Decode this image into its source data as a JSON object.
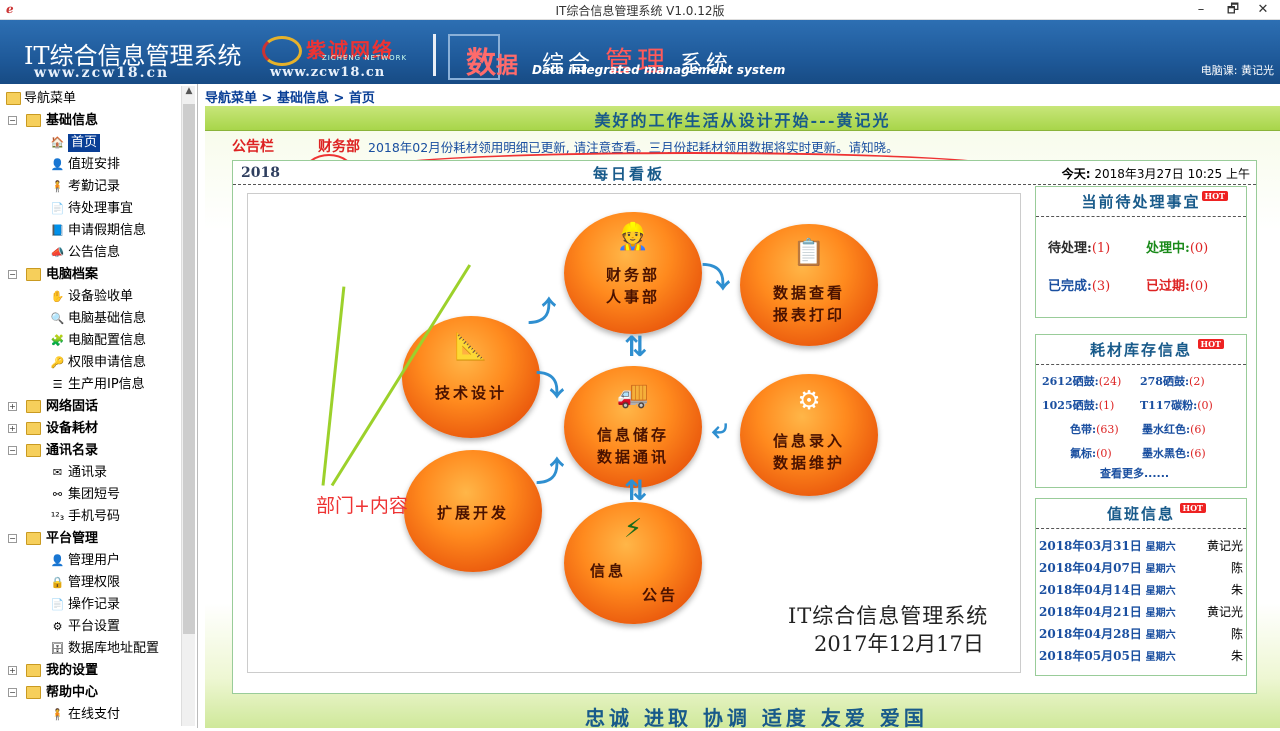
{
  "window": {
    "title": "IT综合信息管理系统 V1.0.12版",
    "controls": {
      "minimize": "–",
      "maximize": "🗗",
      "close": "✕"
    }
  },
  "banner": {
    "app_title": "IT综合信息管理系统",
    "app_url": "www.zcw18.cn",
    "company_name": "紫诚网络",
    "company_en": "ZICHENG NETWORK",
    "company_url": "www.zcw18.cn",
    "mark_data": "数",
    "mark_ju": "据",
    "product_a": "综合",
    "product_b": "管理",
    "product_c": "系统",
    "product_en": "Data integrated management system",
    "department_user": "电脑课: 黄记光"
  },
  "sidebar": {
    "root": "导航菜单",
    "groups": [
      {
        "label": "基础信息",
        "expanded": true,
        "items": [
          {
            "label": "首页",
            "icon": "home-icon",
            "selected": true
          },
          {
            "label": "值班安排",
            "icon": "user-icon"
          },
          {
            "label": "考勤记录",
            "icon": "person-icon"
          },
          {
            "label": "待处理事宜",
            "icon": "document-icon"
          },
          {
            "label": "申请假期信息",
            "icon": "book-icon"
          },
          {
            "label": "公告信息",
            "icon": "speaker-icon"
          }
        ]
      },
      {
        "label": "电脑档案",
        "expanded": true,
        "items": [
          {
            "label": "设备验收单",
            "icon": "hand-icon"
          },
          {
            "label": "电脑基础信息",
            "icon": "search-icon"
          },
          {
            "label": "电脑配置信息",
            "icon": "puzzle-icon"
          },
          {
            "label": "权限申请信息",
            "icon": "key-icon"
          },
          {
            "label": "生产用IP信息",
            "icon": "list-icon"
          }
        ]
      },
      {
        "label": "网络固话",
        "expanded": false,
        "items": []
      },
      {
        "label": "设备耗材",
        "expanded": false,
        "items": []
      },
      {
        "label": "通讯名录",
        "expanded": true,
        "items": [
          {
            "label": "通讯录",
            "icon": "mail-icon"
          },
          {
            "label": "集团短号",
            "icon": "link-icon"
          },
          {
            "label": "手机号码",
            "icon": "numbers-icon"
          }
        ]
      },
      {
        "label": "平台管理",
        "expanded": true,
        "items": [
          {
            "label": "管理用户",
            "icon": "user-icon"
          },
          {
            "label": "管理权限",
            "icon": "lock-icon"
          },
          {
            "label": "操作记录",
            "icon": "document-icon"
          },
          {
            "label": "平台设置",
            "icon": "settings-icon"
          },
          {
            "label": "数据库地址配置",
            "icon": "database-icon"
          }
        ]
      },
      {
        "label": "我的设置",
        "expanded": false,
        "items": []
      },
      {
        "label": "帮助中心",
        "expanded": true,
        "items": [
          {
            "label": "在线支付",
            "icon": "person-icon"
          }
        ]
      }
    ]
  },
  "breadcrumb": "导航菜单 > 基础信息 > 首页",
  "slogan": "美好的工作生活从设计开始---黄记光",
  "notice": {
    "label": "公告栏",
    "department": "财务部",
    "text": "2018年02月份耗材领用明细已更新, 请注意查看。三月份起耗材领用数据将实时更新。请知晓。"
  },
  "board": {
    "year": "2018",
    "title": "每日看板",
    "today_label": "今天:",
    "today_value": "2018年3月27日 10:25 上午"
  },
  "diagram": {
    "nodes": [
      {
        "id": "finance",
        "line1": "财务部",
        "line2": "人事部",
        "glyph": "👷"
      },
      {
        "id": "report",
        "line1": "数据查看",
        "line2": "报表打印",
        "glyph": "📋"
      },
      {
        "id": "tech",
        "line1": "技术设计",
        "line2": "",
        "glyph": "📐"
      },
      {
        "id": "storage",
        "line1": "信息储存",
        "line2": "数据通讯",
        "glyph": "🚚"
      },
      {
        "id": "entry",
        "line1": "信息录入",
        "line2": "数据维护",
        "glyph": "⚙"
      },
      {
        "id": "extend",
        "line1": "扩展开发",
        "line2": "",
        "glyph": ""
      },
      {
        "id": "notice",
        "line1": "信息",
        "line2": "公告",
        "glyph": "⚡"
      }
    ],
    "annotation": "部门+内容",
    "signature_name": "IT综合信息管理系统",
    "signature_date": "2017年12月17日"
  },
  "pending": {
    "title": "当前待处理事宜",
    "hot": "HOT",
    "items": [
      {
        "label": "待处理:",
        "value": "(1)"
      },
      {
        "label": "处理中:",
        "value": "(0)"
      },
      {
        "label": "已完成:",
        "value": "(3)"
      },
      {
        "label": "已过期:",
        "value": "(0)"
      }
    ]
  },
  "stock": {
    "title": "耗材库存信息",
    "hot": "HOT",
    "items": [
      {
        "label": "2612硒鼓:",
        "value": "(24)"
      },
      {
        "label": "278硒鼓:",
        "value": "(2)"
      },
      {
        "label": "1025硒鼓:",
        "value": "(1)"
      },
      {
        "label": "T117碳粉:",
        "value": "(0)"
      },
      {
        "label": "色带:",
        "value": "(63)"
      },
      {
        "label": "墨水红色:",
        "value": "(6)"
      },
      {
        "label": "氟标:",
        "value": "(0)"
      },
      {
        "label": "墨水黑色:",
        "value": "(6)"
      }
    ],
    "more": "查看更多......"
  },
  "duty": {
    "title": "值班信息",
    "hot": "HOT",
    "rows": [
      {
        "date": "2018年03月31日",
        "weekday": "星期六",
        "name": "黄记光"
      },
      {
        "date": "2018年04月07日",
        "weekday": "星期六",
        "name": "陈"
      },
      {
        "date": "2018年04月14日",
        "weekday": "星期六",
        "name": "朱"
      },
      {
        "date": "2018年04月21日",
        "weekday": "星期六",
        "name": "黄记光"
      },
      {
        "date": "2018年04月28日",
        "weekday": "星期六",
        "name": "陈"
      },
      {
        "date": "2018年05月05日",
        "weekday": "星期六",
        "name": "朱"
      }
    ]
  },
  "bottom_slogan": "忠诚 进取 协调 适度 友爱 爱国",
  "colors": {
    "accent_blue": "#1a4fa0",
    "alert_red": "#d22",
    "banner_blue": "#1f5a9a",
    "green_bar": "#a8d54a",
    "orb_orange": "#ff8a1e"
  }
}
